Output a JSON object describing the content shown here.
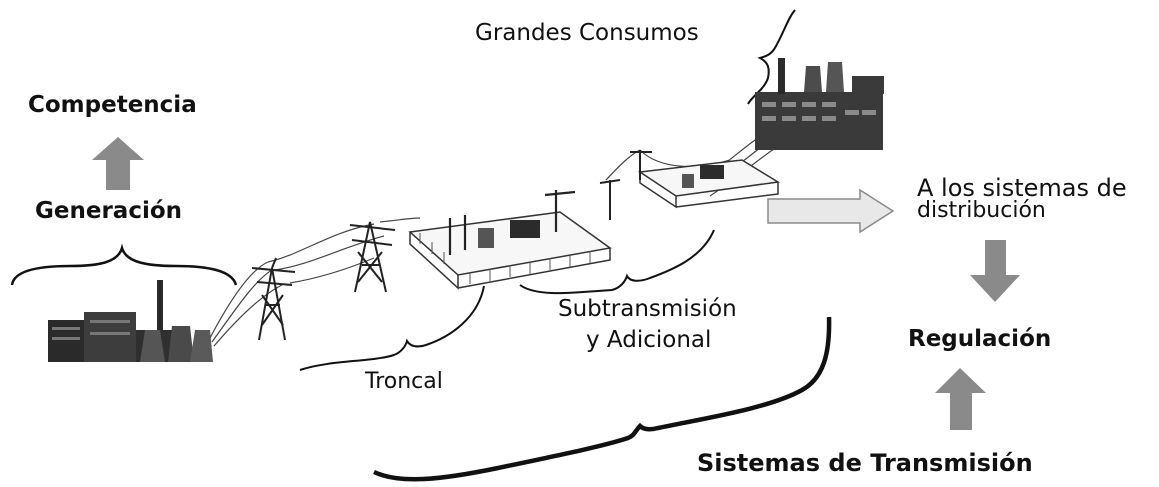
{
  "labels": {
    "grandes_consumos": "Grandes Consumos",
    "competencia": "Competencia",
    "generacion": "Generación",
    "distribucion_line1": "A los sistemas de",
    "distribucion_line2": "distribución",
    "subtransmision_line1": "Subtransmisión",
    "subtransmision_line2": "y Adicional",
    "troncal": "Troncal",
    "regulacion": "Regulación",
    "sistemas_transmision": "Sistemas de Transmisión"
  },
  "colors": {
    "text": "#111111",
    "arrow_dark": "#8a8a8a",
    "arrow_light": "#e8e8e8",
    "structure": "#222222",
    "building": "#3a3a3a"
  },
  "icons": {
    "power_plant": "power-plant-icon",
    "tower": "transmission-tower-icon",
    "substation": "substation-icon",
    "factory": "factory-icon"
  }
}
